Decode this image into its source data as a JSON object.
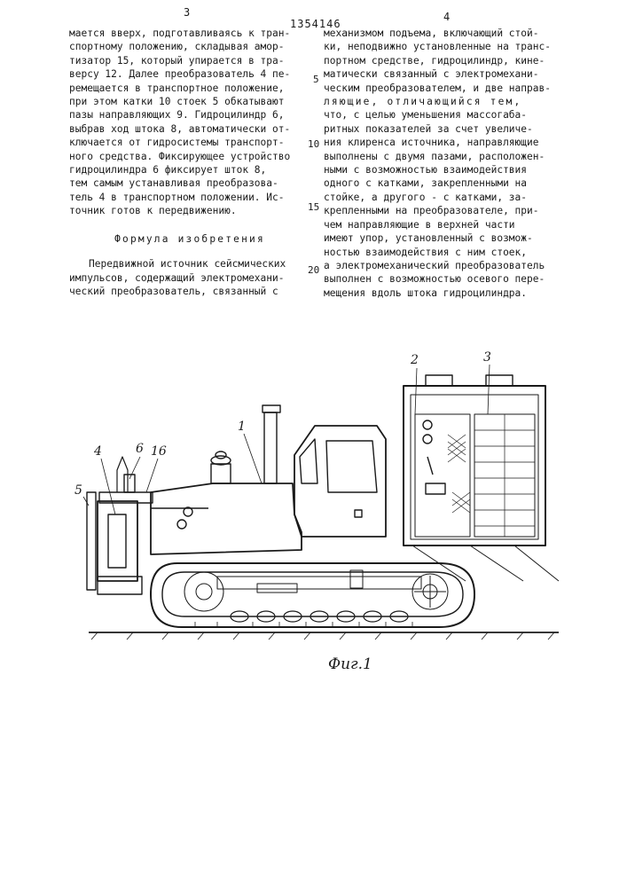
{
  "header": {
    "page_left": "3",
    "patent_number": "1354146",
    "page_right": "4"
  },
  "left_column": {
    "paragraph1": [
      "мается вверх, подготавливаясь к тран-",
      "спортному положению, складывая амор-",
      "тизатор 15, который упирается в тра-",
      "версу 12. Далее преобразователь 4 пе-",
      "ремещается в транспортное положение,",
      "при этом катки 10 стоек 5 обкатывают",
      "пазы направляющих 9. Гидроцилиндр 6,",
      "выбрав ход штока 8, автоматически от-",
      "ключается от гидросистемы транспорт-",
      "ного средства. Фиксирующее устройство",
      "гидроцилиндра 6 фиксирует шток 8,",
      "тем самым устанавливая преобразова-",
      "тель 4 в транспортном положении. Ис-",
      "точник готов к передвижению."
    ],
    "formula_title": "Формула изобретения",
    "paragraph2": [
      "Передвижной источник сейсмических",
      "импульсов, содержащий электромехани-",
      "ческий преобразователь, связанный с"
    ]
  },
  "right_column": {
    "lines": [
      "механизмом подъема, включающий стой-",
      "ки, неподвижно установленные на транс-",
      "портном средстве, гидроцилиндр, кине-",
      "матически связанный с электромехани-",
      "ческим преобразователем, и две направ-",
      "ляющие, отличающийся тем,",
      "что, с целью уменьшения массогаба-",
      "ритных показателей за счет увеличе-",
      "ния клиренса источника, направляющие",
      "выполнены с двумя пазами, расположен-",
      "ными с возможностью взаимодействия",
      "одного с катками, закрепленными на",
      "стойке, а другого - с катками, за-",
      "крепленными на преобразователе, при-",
      "чем направляющие в верхней части",
      "имеют упор, установленный с возмож-",
      "ностью взаимодействия с ним стоек,",
      "а электромеханический преобразователь",
      "выполнен с возможностью осевого пере-",
      "мещения вдоль штока гидроцилиндра."
    ]
  },
  "line_numbers": [
    "5",
    "10",
    "15",
    "20"
  ],
  "figure": {
    "labels": [
      "1",
      "2",
      "3",
      "4",
      "5",
      "6",
      "16"
    ],
    "caption": "Фиг.1"
  }
}
